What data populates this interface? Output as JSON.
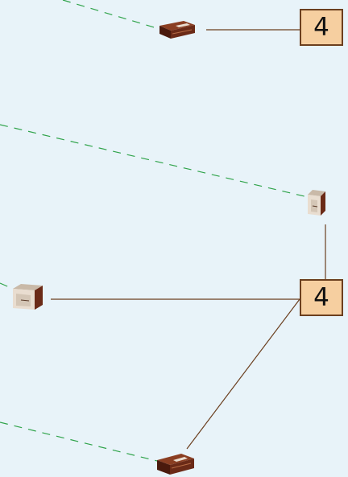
{
  "callouts": [
    {
      "id": "callout-top",
      "label": "4"
    },
    {
      "id": "callout-bottom",
      "label": "4"
    }
  ],
  "colors": {
    "background": "#e8f3f9",
    "callout_fill": "#f6cfa0",
    "callout_border": "#6b3f1f",
    "leader_line": "#6b3f1f",
    "dashed_line": "#2fa34a",
    "part_dark": "#6b2a17",
    "part_light": "#e9ddd0"
  },
  "icons": [
    "connector-block-icon-top",
    "connector-block-icon-upper-right",
    "connector-block-icon-middle-left",
    "connector-block-icon-bottom"
  ]
}
